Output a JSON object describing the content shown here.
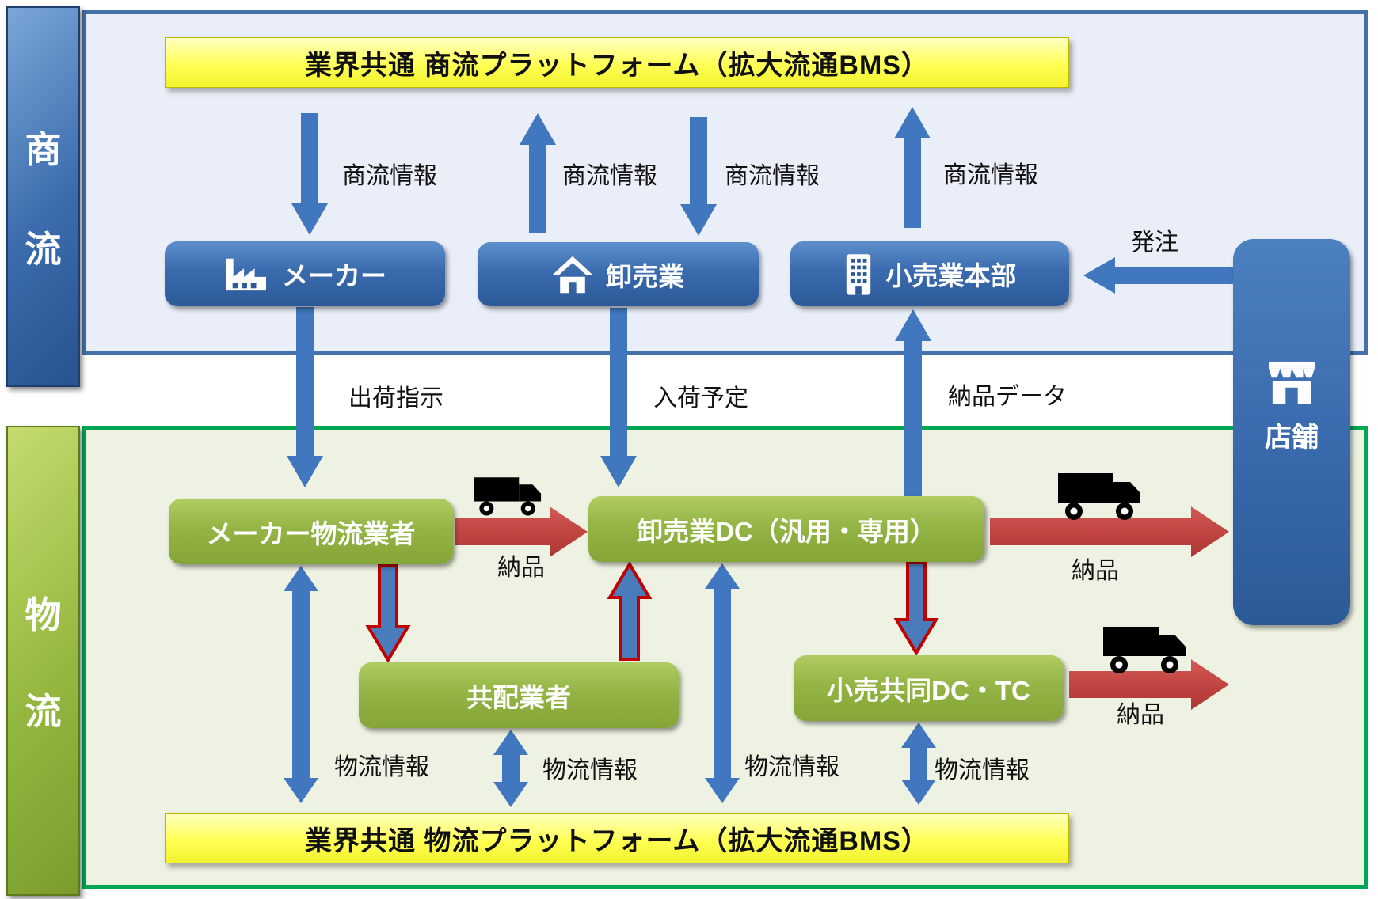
{
  "sidebars": {
    "commerce": {
      "chars": [
        "商",
        "流"
      ]
    },
    "logistics": {
      "chars": [
        "物",
        "流"
      ]
    }
  },
  "banners": {
    "top": "業界共通 商流プラットフォーム（拡大流通BMS）",
    "bottom": "業界共通 物流プラットフォーム（拡大流通BMS）"
  },
  "nodes": {
    "maker": "メーカー",
    "wholesale": "卸売業",
    "retail_hq": "小売業本部",
    "store": "店舗",
    "maker_logistics": "メーカー物流業者",
    "wholesale_dc": "卸売業DC（汎用・専用）",
    "joint_distributor": "共配業者",
    "retail_dc": "小売共同DC・TC"
  },
  "flow_labels": {
    "commerce_info": "商流情報",
    "order": "発注",
    "shipping_instruction": "出荷指示",
    "arrival_schedule": "入荷予定",
    "delivery_data": "納品データ",
    "delivery": "納品",
    "logistics_info": "物流情報"
  },
  "icons": [
    "factory-icon",
    "home-icon",
    "building-icon",
    "storefront-icon",
    "truck-icon"
  ],
  "colors": {
    "commerce_panel_bg": "#e9eef9",
    "commerce_panel_border": "#4472a8",
    "logistics_panel_bg": "#eef2e2",
    "logistics_panel_border": "#00a651",
    "blue_node": "#2c5a98",
    "green_node": "#94b445",
    "banner_yellow": "#ffff55",
    "arrow_blue": "#4077be",
    "arrow_red": "#c04340",
    "transfer_arrow_border": "#c00000"
  }
}
